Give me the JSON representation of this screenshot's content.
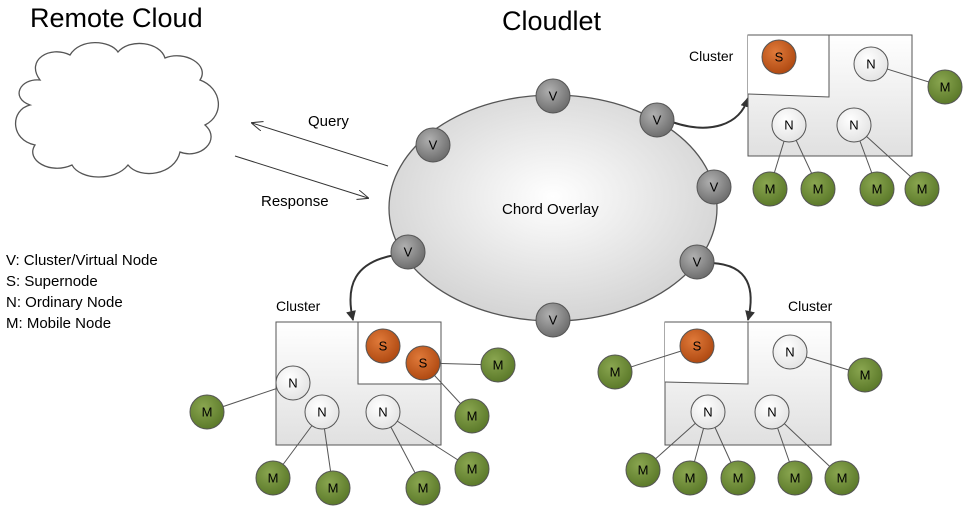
{
  "titles": {
    "remote_cloud": "Remote Cloud",
    "cloudlet": "Cloudlet"
  },
  "arrows": {
    "query": "Query",
    "response": "Response"
  },
  "overlay_label": "Chord Overlay",
  "cluster_label": "Cluster",
  "node_letters": {
    "virtual": "V",
    "supernode": "S",
    "ordinary": "N",
    "mobile": "M"
  },
  "legend": [
    "V: Cluster/Virtual Node",
    "S: Supernode",
    "N: Ordinary Node",
    "M: Mobile Node"
  ],
  "colors": {
    "virtual_fill": "#8c8c8c",
    "supernode_fill": "#c8561a",
    "ordinary_fill": "#ffffff",
    "mobile_fill": "#6e8a36",
    "line": "#404040"
  }
}
